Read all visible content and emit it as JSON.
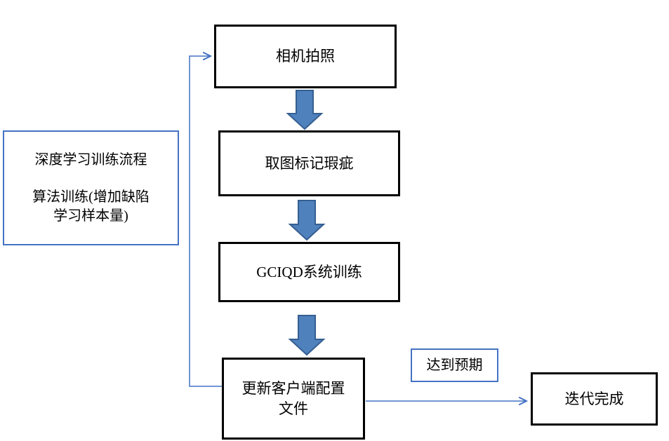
{
  "flow": {
    "steps": [
      {
        "label": "相机拍照"
      },
      {
        "label": "取图标记瑕疵"
      },
      {
        "label": "GCIQD系统训练"
      },
      {
        "label_line1": "更新客户端配置",
        "label_line2": "文件"
      }
    ],
    "side_note": {
      "line1": "深度学习训练流程",
      "line2": "算法训练(增加缺陷",
      "line3": "学习样本量)"
    },
    "condition_label": "达到预期",
    "end_label": "迭代完成"
  },
  "colors": {
    "process_border": "#000000",
    "annotation_border": "#4472c4",
    "block_arrow_fill": "#4f81bd",
    "block_arrow_border": "#365f91",
    "connector": "#4472c4",
    "text": "#000000",
    "background": "#ffffff"
  }
}
